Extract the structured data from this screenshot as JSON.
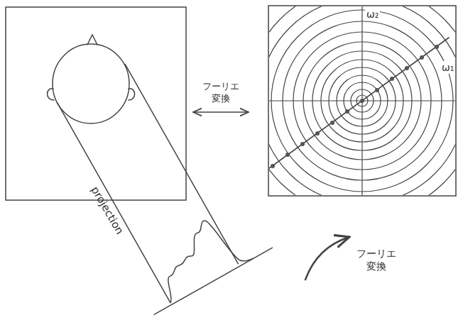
{
  "diagram": {
    "labels": [
      "ω₂",
      "ω₁",
      "フーリエ 変換",
      "projection",
      "フーリエ 変換"
    ]
  }
}
